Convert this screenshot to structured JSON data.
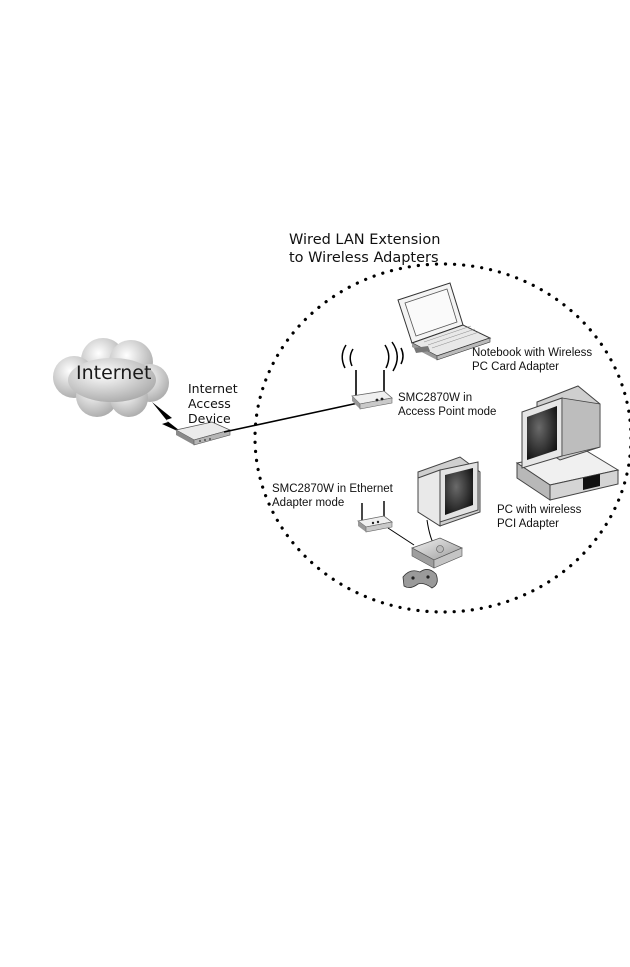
{
  "diagram": {
    "title": "Wired LAN Extension\nto Wireless Adapters",
    "nodes": {
      "internet": "Internet",
      "access_device": "Internet\nAccess\nDevice",
      "access_point": "SMC2870W in\nAccess Point mode",
      "notebook": "Notebook with Wireless\nPC Card Adapter",
      "ethernet_adapter": "SMC2870W in Ethernet\nAdapter mode",
      "pc": "PC with wireless\nPCI Adapter"
    }
  }
}
